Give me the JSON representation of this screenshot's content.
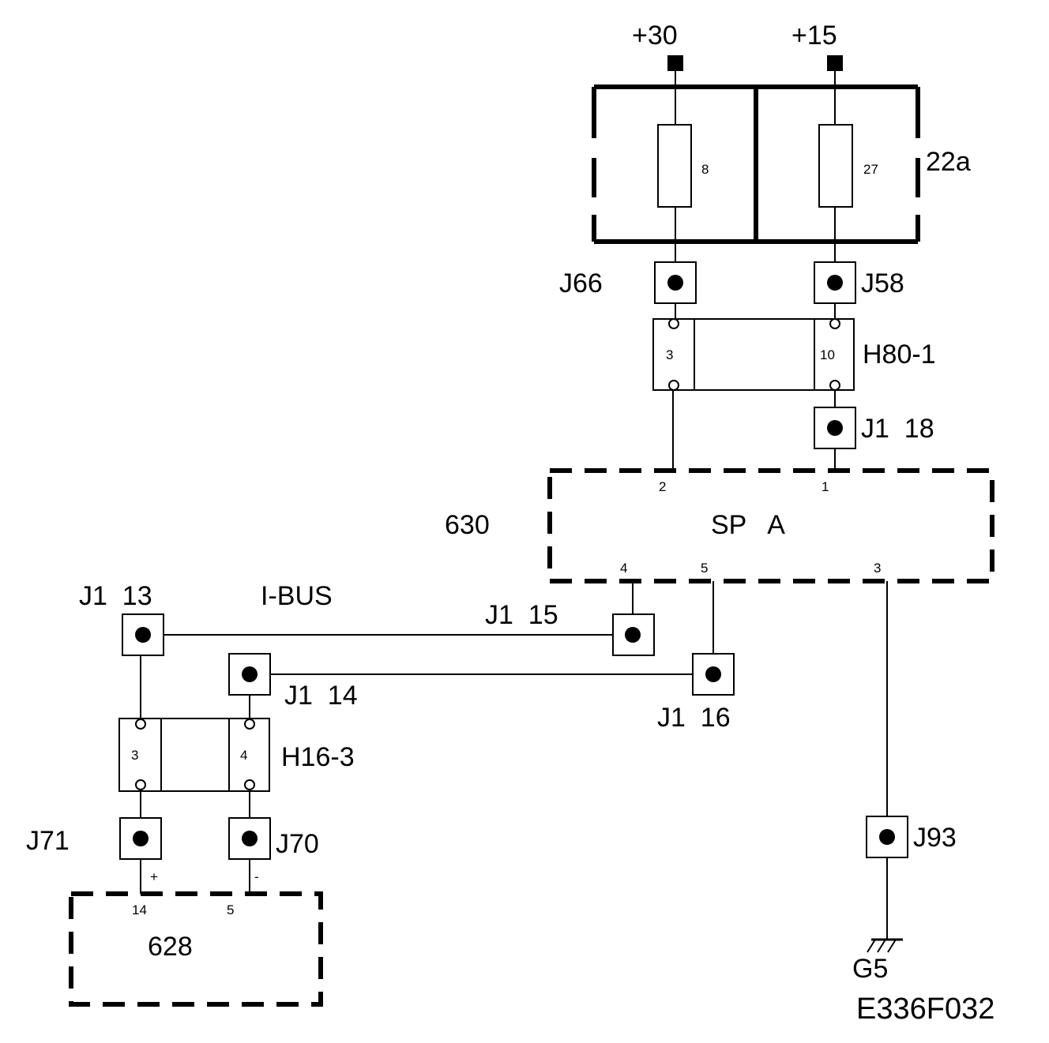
{
  "supply": {
    "plus30": "+30",
    "plus15": "+15"
  },
  "fusebox": {
    "label": "22a",
    "fuse_left": "8",
    "fuse_right": "27"
  },
  "connectors": {
    "j66": "J66",
    "j58": "J58",
    "j1_18": "J1  18",
    "j1_13": "J1  13",
    "j1_15": "J1  15",
    "j1_14": "J1  14",
    "j1_16": "J1  16",
    "j71": "J71",
    "j70": "J70",
    "j93": "J93"
  },
  "h80": {
    "label": "H80-1",
    "pin_left": "3",
    "pin_right": "10"
  },
  "h16": {
    "label": "H16-3",
    "pin_left": "3",
    "pin_right": "4"
  },
  "module630": {
    "id": "630",
    "name": "SP   A",
    "pin2": "2",
    "pin1": "1",
    "pin4": "4",
    "pin5": "5",
    "pin3": "3"
  },
  "bus": {
    "label": "I-BUS"
  },
  "module628": {
    "id": "628",
    "pin14": "14",
    "pin5": "5",
    "plus": "+",
    "minus": "-"
  },
  "ground": {
    "label": "G5"
  },
  "figure_code": "E336F032"
}
